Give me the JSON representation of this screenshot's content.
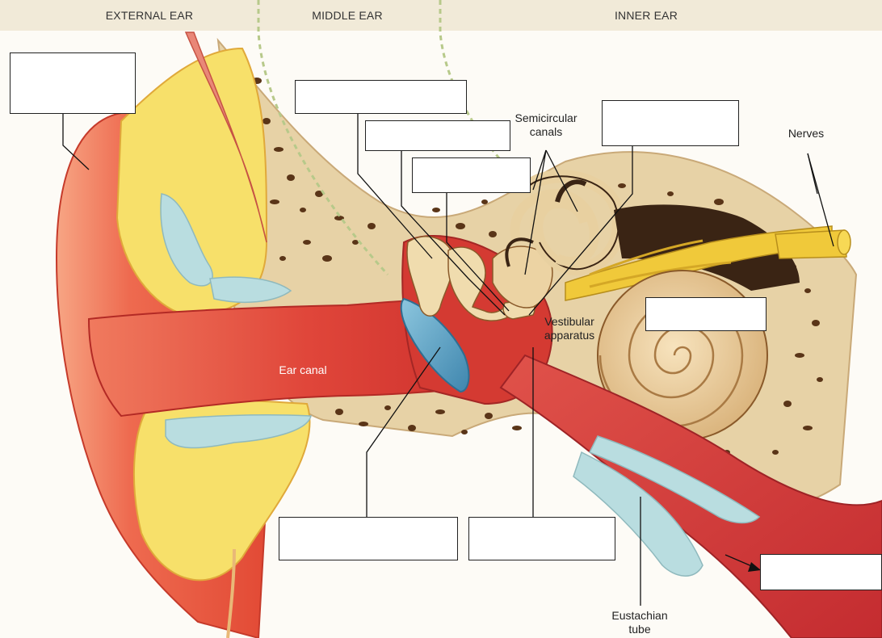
{
  "section_headers": {
    "external": "EXTERNAL EAR",
    "middle": "MIDDLE EAR",
    "inner": "INNER EAR"
  },
  "labels": {
    "semicircular_canals": "Semicircular\ncanals",
    "nerves": "Nerves",
    "vestibular_apparatus": "Vestibular\napparatus",
    "ear_canal": "Ear canal",
    "eustachian_tube": "Eustachian\ntube"
  },
  "blank_boxes": {
    "pinna": "",
    "malleus": "",
    "incus": "",
    "stapes": "",
    "oval_window": "",
    "cochlea": "",
    "tympanic_membrane": "",
    "round_window": "",
    "throat": ""
  },
  "colors": {
    "header_band": "#f1ead8",
    "skin": "#ec5a42",
    "canal": "#d8322b",
    "fat": "#f7e06a",
    "cartilage": "#b9dde0",
    "bone": "#e7d2a6",
    "bone_pore": "#5a3518",
    "eardrum": "#5aa6c9",
    "cochlea": "#ecd3a3",
    "nerve": "#f0c93a",
    "divider": "#b7c98a"
  }
}
